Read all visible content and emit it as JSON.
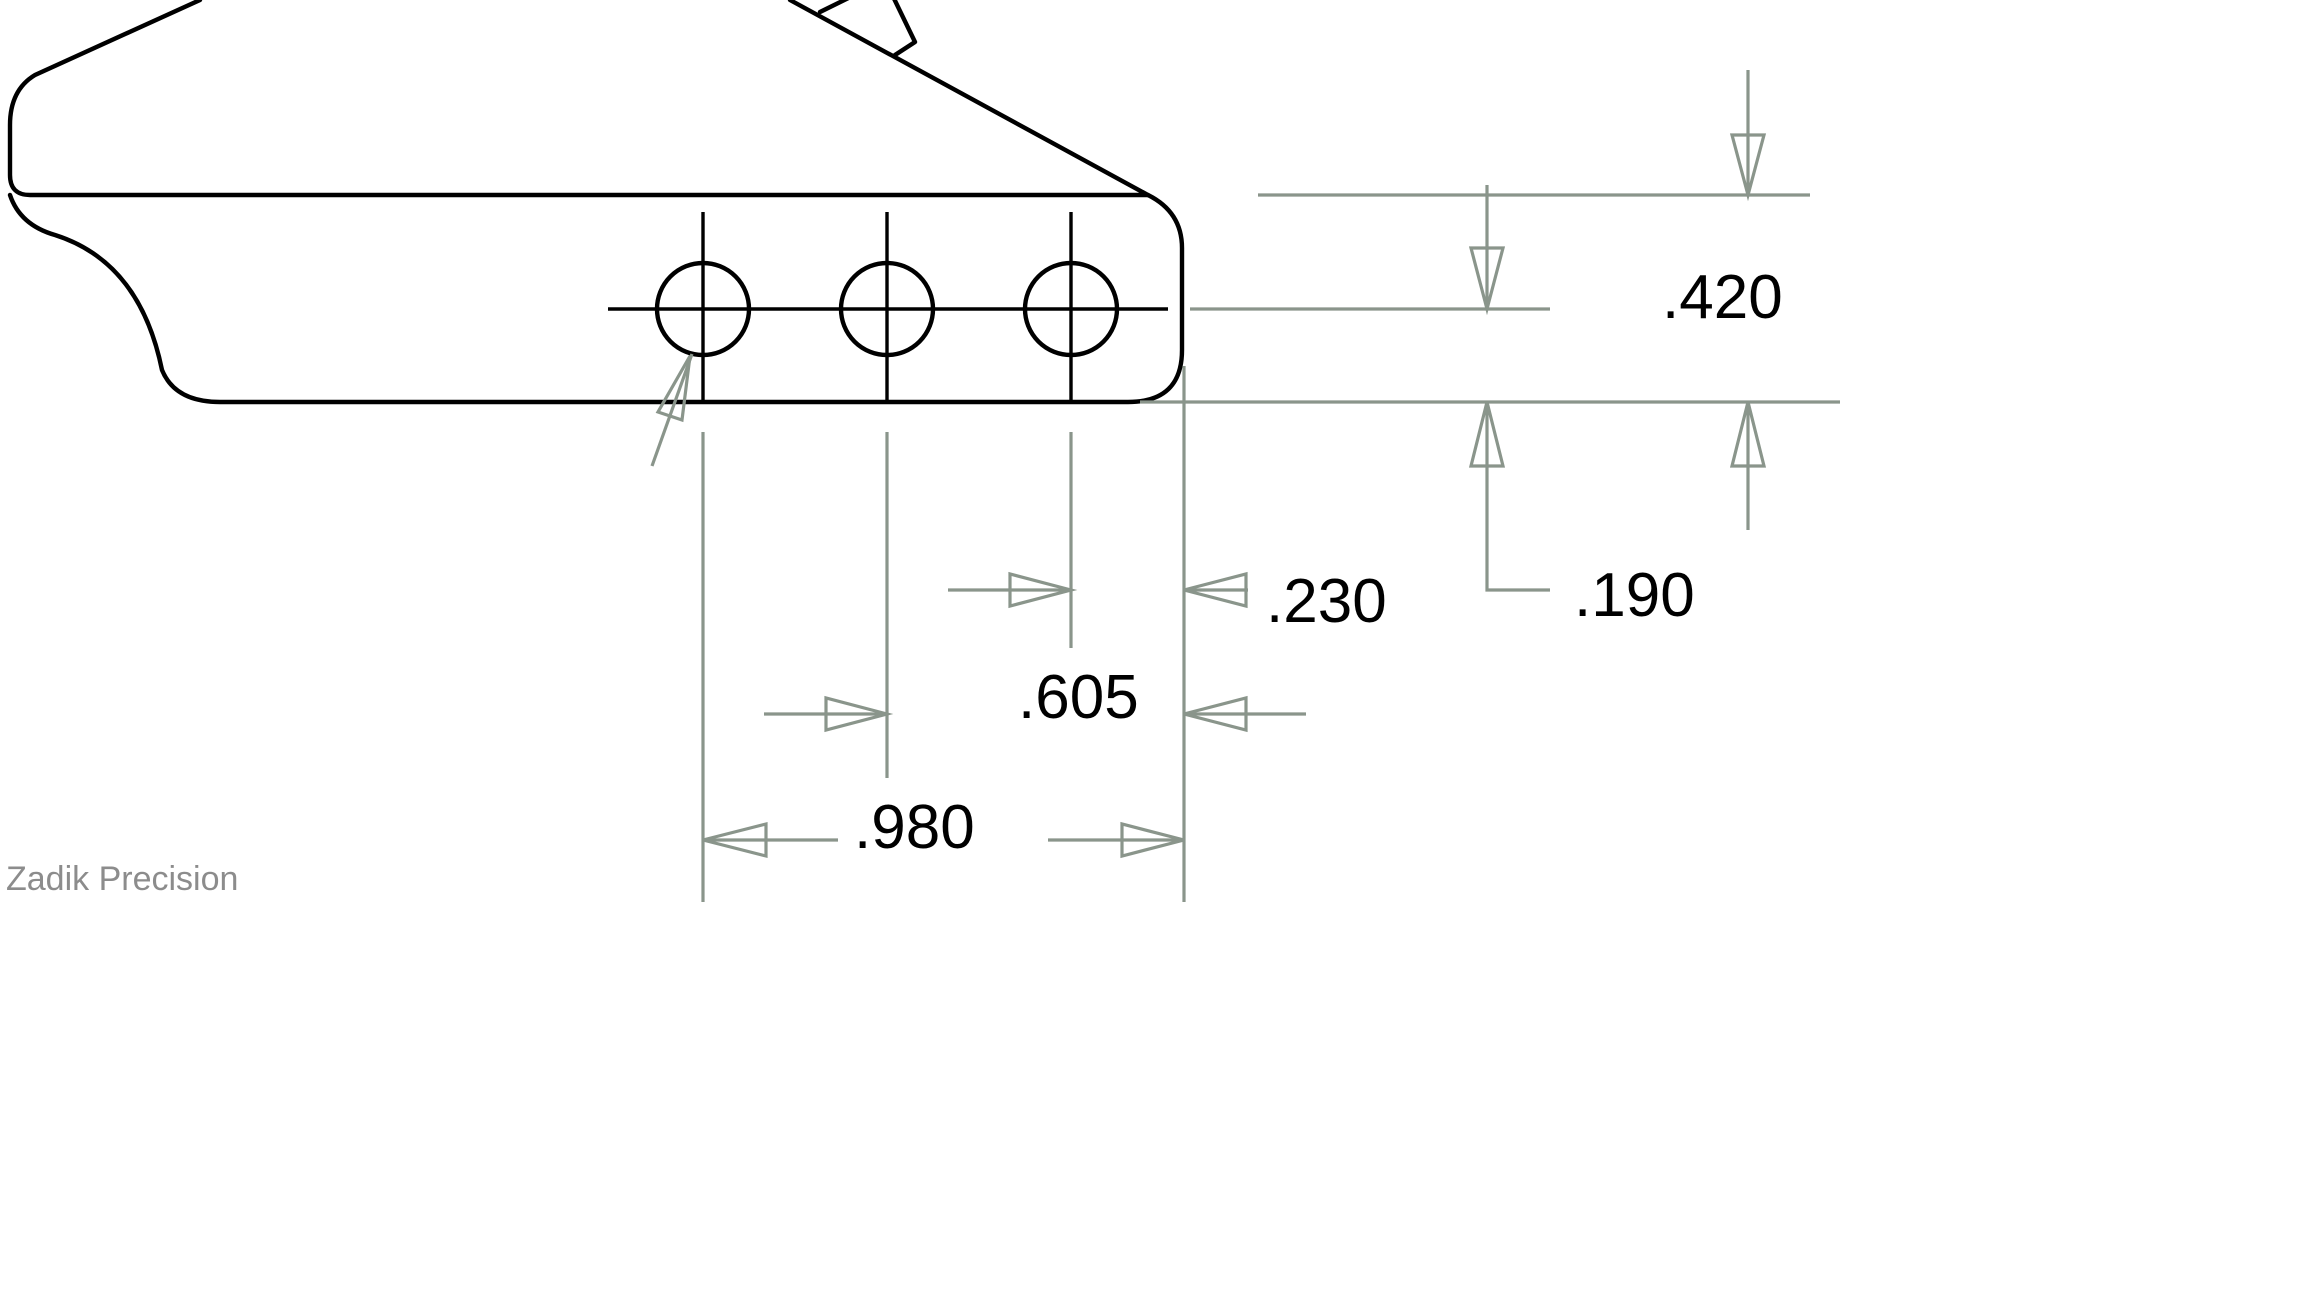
{
  "drawing": {
    "dimensions": {
      "d420": ".420",
      "d190": ".190",
      "d230": ".230",
      "d605": ".605",
      "d980": ".980"
    },
    "watermark": "Zadik Precision"
  },
  "colors": {
    "part_lines": "#000000",
    "dimension_lines": "#8a958b",
    "watermark": "#8c8c8c",
    "background": "#ffffff"
  }
}
